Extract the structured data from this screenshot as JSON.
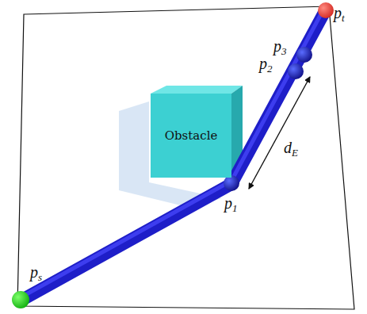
{
  "diagram": {
    "nodes": [
      {
        "text": [
          "Obstacle"
        ]
      }
    ],
    "labels": [
      "ps",
      "p1",
      "p2",
      "p3",
      "pt",
      "dE"
    ]
  }
}
